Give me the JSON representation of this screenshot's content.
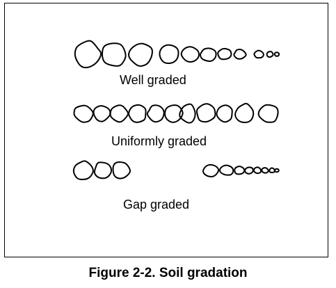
{
  "diagram": {
    "rows": [
      {
        "id": "well",
        "label": "Well graded"
      },
      {
        "id": "uniform",
        "label": "Uniformly graded"
      },
      {
        "id": "gap",
        "label": "Gap graded"
      }
    ]
  },
  "caption": "Figure 2-2.  Soil gradation"
}
